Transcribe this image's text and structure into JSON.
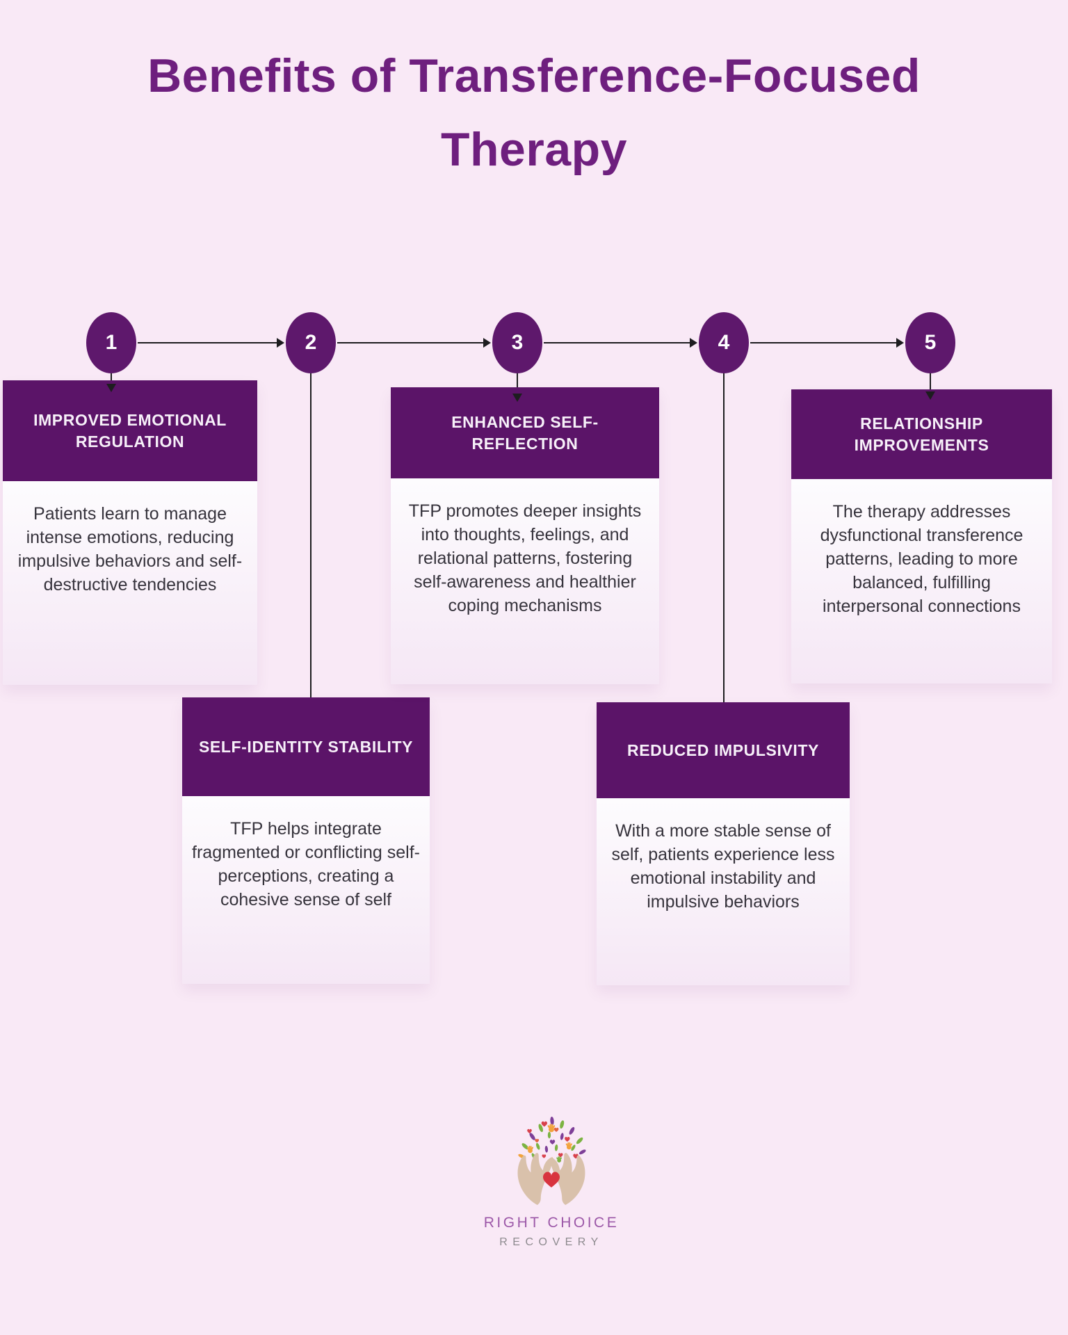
{
  "page": {
    "colors": {
      "bg": "#f9e9f6",
      "purpleDark": "#5b1468",
      "circle": "#5e186c",
      "title": "#6e1f7e",
      "bodyText": "#36333c",
      "line": "#1d1d1f",
      "cardTop": "#fdfcfe",
      "cardBottom": "#f5e7f5",
      "headerText": "#f7f0f9",
      "logoPurple": "#9c58a8",
      "logoGray": "#8d8a8e",
      "hand": "#d9c1ab",
      "heart": "#d8333f",
      "leafGreen": "#7cb342",
      "leafPurple": "#7e3f98",
      "leafOrange": "#f2a33c",
      "heartRed": "#d8414b",
      "heartOrange": "#e2633f"
    }
  },
  "title": {
    "line1": "Benefits of Transference-Focused",
    "line2": "Therapy"
  },
  "steps": [
    {
      "number": "1",
      "heading": "IMPROVED EMOTIONAL REGULATION",
      "description": "Patients learn to manage intense emotions, reducing impulsive behaviors and self-destructive tendencies"
    },
    {
      "number": "2",
      "heading": "SELF-IDENTITY STABILITY",
      "description": "TFP helps integrate fragmented or conflicting self-perceptions, creating a cohesive sense of self"
    },
    {
      "number": "3",
      "heading": "ENHANCED SELF-REFLECTION",
      "description": "TFP promotes deeper insights into thoughts, feelings, and relational patterns, fostering self-awareness and healthier coping mechanisms"
    },
    {
      "number": "4",
      "heading": "REDUCED IMPULSIVITY",
      "description": "With a more stable sense of self, patients experience less emotional instability and impulsive behaviors"
    },
    {
      "number": "5",
      "heading": "RELATIONSHIP IMPROVEMENTS",
      "description": "The therapy addresses dysfunctional transference patterns, leading to more balanced, fulfilling interpersonal connections"
    }
  ],
  "logo": {
    "name": "RIGHT CHOICE",
    "subtitle": "RECOVERY"
  }
}
